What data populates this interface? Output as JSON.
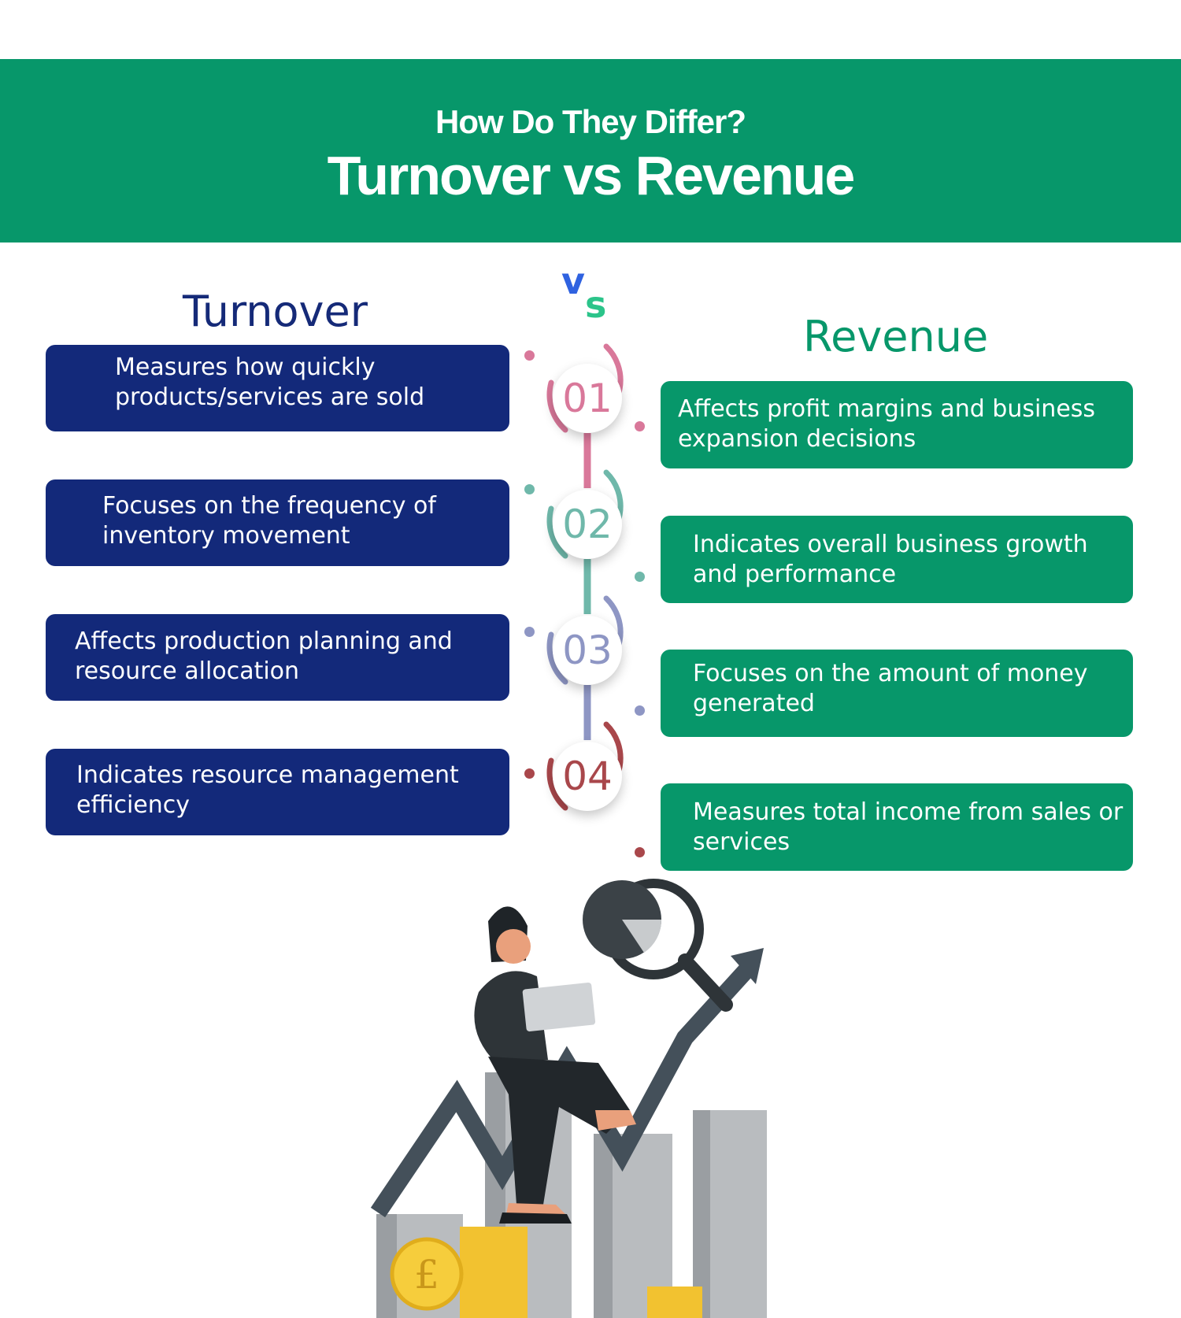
{
  "header": {
    "subtitle": "How Do They Differ?",
    "title": "Turnover vs Revenue"
  },
  "vs": {
    "v": "v",
    "s": "s"
  },
  "turnover": {
    "heading": "Turnover",
    "items": [
      {
        "line1": "Measures how quickly",
        "line2": "products/services are sold"
      },
      {
        "line1": "Focuses on the frequency of",
        "line2": "inventory movement"
      },
      {
        "line1": "Affects  production planning and",
        "line2": "resource allocation"
      },
      {
        "line1": "Indicates resource management",
        "line2": "efficiency"
      }
    ]
  },
  "revenue": {
    "heading": "Revenue",
    "items": [
      {
        "line1": "Affects profit margins and business",
        "line2": "expansion decisions"
      },
      {
        "line1": "Indicates overall business growth",
        "line2": "and performance"
      },
      {
        "line1": "Focuses on the amount of money",
        "line2": "generated"
      },
      {
        "line1": "Measures total income from sales or",
        "line2": "services"
      }
    ]
  },
  "steps": [
    {
      "number": "01",
      "color": "#d9789a"
    },
    {
      "number": "02",
      "color": "#6fb8aa"
    },
    {
      "number": "03",
      "color": "#8e96c4"
    },
    {
      "number": "04",
      "color": "#a9474b"
    }
  ],
  "illustration": {
    "currency_symbol": "£",
    "colors": {
      "bars": "#b9bcbf",
      "arrow": "#44505a",
      "coins": "#f2c230",
      "dark": "#2e3438",
      "skin": "#e9a07c"
    }
  }
}
